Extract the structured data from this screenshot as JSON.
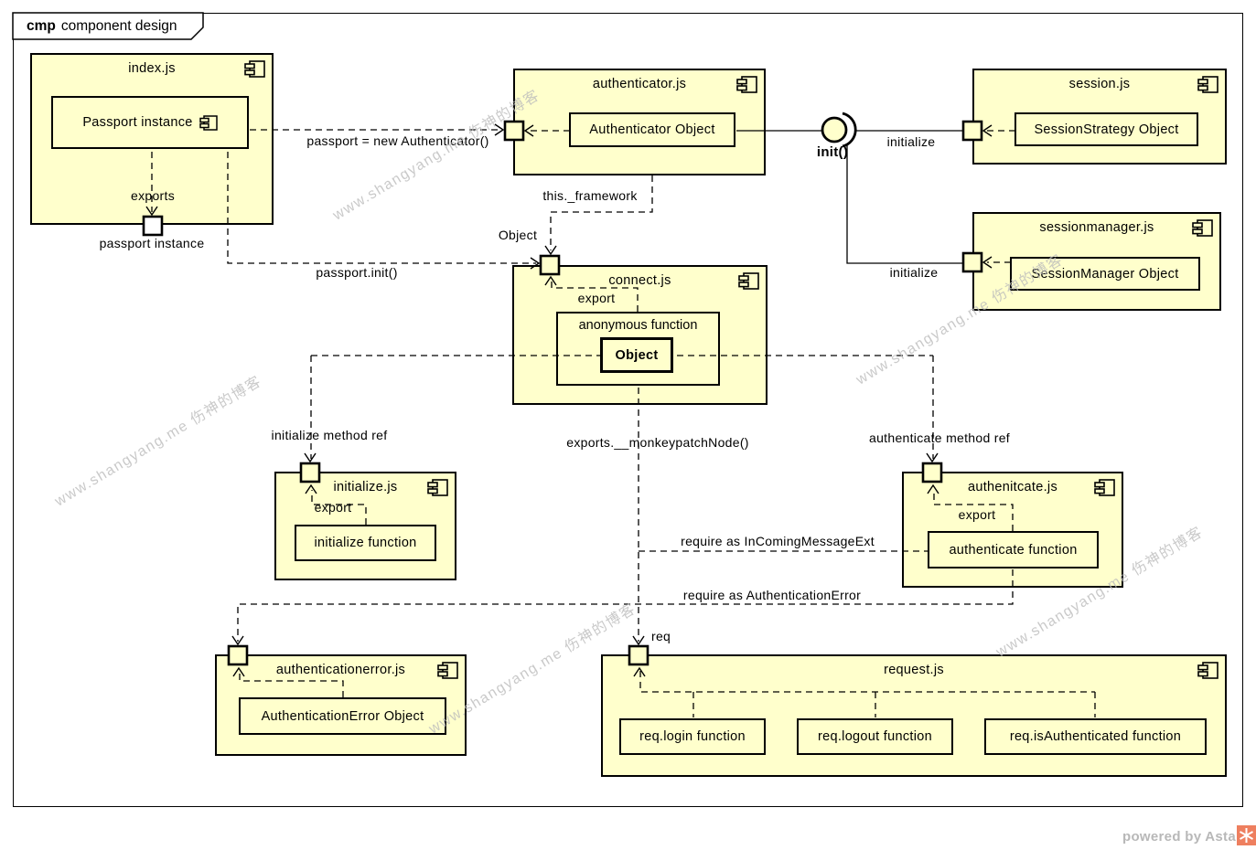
{
  "frame": {
    "keyword": "cmp",
    "title": "component design"
  },
  "watermark": {
    "text": "www.shangyang.me 伤神的博客",
    "color": "#bcbcbc"
  },
  "footer": {
    "text": "powered by Astah",
    "logo_color": "#ee7f5f"
  },
  "colors": {
    "component_fill": "#ffffcc",
    "line": "#000000"
  },
  "components": {
    "index": {
      "title": "index.js",
      "inner": "Passport instance"
    },
    "authenticator": {
      "title": "authenticator.js",
      "inner": "Authenticator Object"
    },
    "session": {
      "title": "session.js",
      "inner": "SessionStrategy Object"
    },
    "sessionmanager": {
      "title": "sessionmanager.js",
      "inner": "SessionManager Object"
    },
    "connect": {
      "title": "connect.js",
      "export": "export",
      "inner": "anonymous function",
      "object": "Object"
    },
    "initialize": {
      "title": "initialize.js",
      "export": "export",
      "inner": "initialize function"
    },
    "authenticate": {
      "title": "authenitcate.js",
      "export": "export",
      "inner": "authenticate function"
    },
    "authenticationerror": {
      "title": "authenticationerror.js",
      "inner": "AuthenticationError Object"
    },
    "request": {
      "title": "request.js",
      "inners": [
        "req.login function",
        "req.logout function",
        "req.isAuthenticated function"
      ]
    }
  },
  "labels": {
    "passport_new": "passport = new Authenticator()",
    "exports": "exports",
    "passport_instance": "passport instance",
    "passport_init": "passport.init()",
    "this_framework": "this._framework",
    "object": "Object",
    "init": "init()",
    "initialize_session": "initialize",
    "initialize_sessionmanager": "initialize",
    "initialize_method_ref": "initialize method ref",
    "exports_monkeypatch": "exports.__monkeypatchNode()",
    "authenticate_method_ref": "authenticate method ref",
    "require_incoming": "require as InComingMessageExt",
    "require_autherror": "require as AuthenticationError",
    "req": "req"
  }
}
